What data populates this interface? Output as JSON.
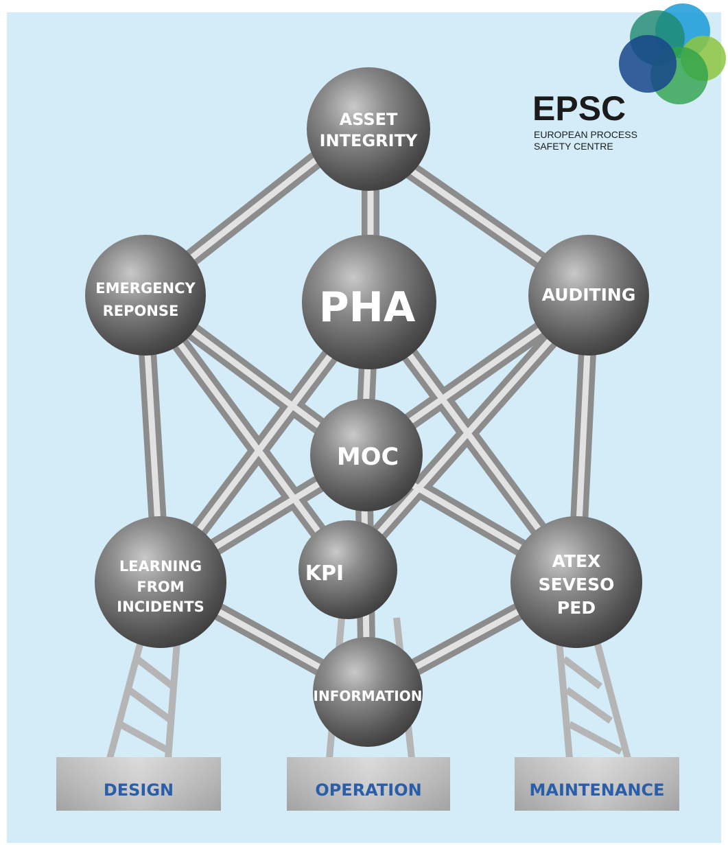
{
  "brand": {
    "acronym": "EPSC",
    "line1": "EUROPEAN PROCESS",
    "line2": "SAFETY CENTRE",
    "colors": [
      "#1a9bd7",
      "#1f8a6e",
      "#17468a",
      "#2ea34a",
      "#8dc63f"
    ]
  },
  "nodes": {
    "asset": {
      "lines": [
        "ASSET",
        "INTEGRITY"
      ]
    },
    "emergency": {
      "lines": [
        "EMERGENCY",
        "REPONSE"
      ]
    },
    "pha": {
      "lines": [
        "PHA"
      ]
    },
    "auditing": {
      "lines": [
        "AUDITING"
      ]
    },
    "moc": {
      "lines": [
        "MOC"
      ]
    },
    "learning": {
      "lines": [
        "LEARNING",
        "FROM",
        "INCIDENTS"
      ]
    },
    "kpi": {
      "lines": [
        "KPI"
      ]
    },
    "atex": {
      "lines": [
        "ATEX",
        "SEVESO",
        "PED"
      ]
    },
    "information": {
      "lines": [
        "INFORMATION"
      ]
    }
  },
  "bases": {
    "design": "DESIGN",
    "operation": "OPERATION",
    "maintenance": "MAINTENANCE"
  },
  "colors": {
    "background": "#d3ecf7",
    "sphere": "#6e6e6e",
    "rod": "#b9b9b9",
    "base_text": "#2b5ea8"
  }
}
